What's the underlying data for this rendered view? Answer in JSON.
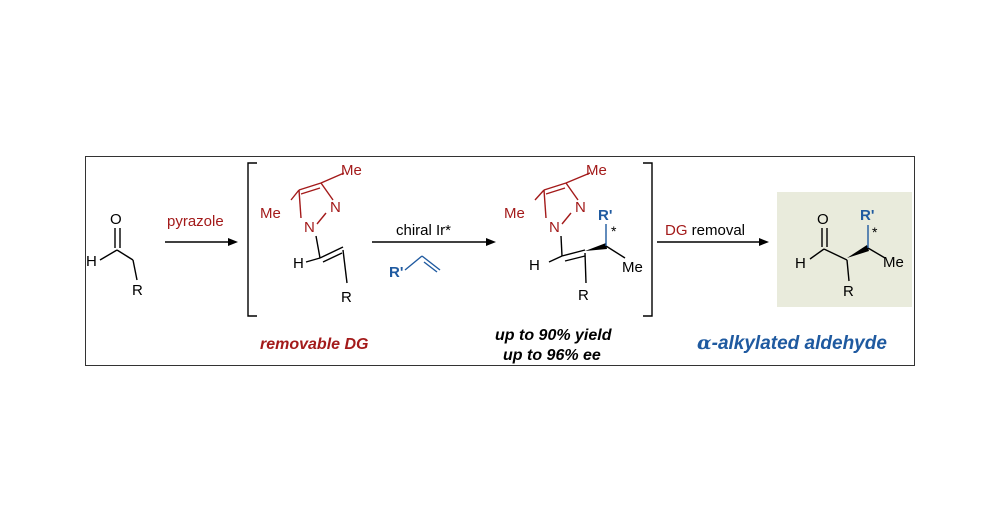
{
  "colors": {
    "frame": "#333333",
    "bond": "#000000",
    "dg_red": "#a31a1a",
    "reagent_blue": "#1f5aa0",
    "product_bg": "#e9ebdc"
  },
  "atoms": {
    "O": "O",
    "H": "H",
    "R": "R",
    "N": "N",
    "Me": "Me",
    "R_prime": "R'",
    "star": "*"
  },
  "arrows": {
    "step1_label": "pyrazole",
    "step2_label": "chiral Ir*",
    "step3_label_dg": "DG",
    "step3_label_rest": " removal"
  },
  "captions": {
    "removable": "removable DG",
    "yield": "up to 90% yield",
    "ee": "up to 96% ee",
    "alpha": "α",
    "product": "-alkylated aldehyde"
  }
}
